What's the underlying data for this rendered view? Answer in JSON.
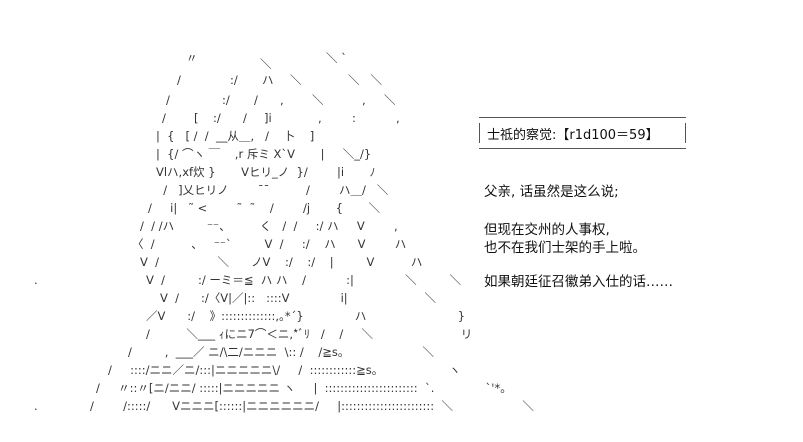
{
  "dice_roll": "士祗的察觉:【r1d100＝59】",
  "dialogue": [
    "父亲, 话虽然是这么说;",
    "但现在交州的人事权,",
    "也不在我们士架的手上啦。",
    "如果朝廷征召徽弟入仕的话……"
  ]
}
